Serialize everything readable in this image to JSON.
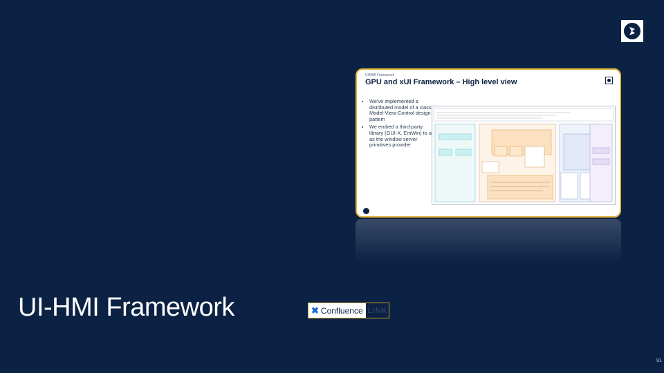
{
  "slide": {
    "title": "UI-HMI Framework",
    "slide_number": "91"
  },
  "logo": {
    "icon": "electrolux-logo-icon"
  },
  "confluence_link": {
    "brand": "Confluence",
    "link_text": "LINK",
    "icon": "confluence-x-icon"
  },
  "thumbnail": {
    "eyebrow": "UI/HMI Framework",
    "heading": "GPU and xUI Framework – High level view",
    "bullets": [
      "We've implemented a distributed model of a classic Model-View-Control design pattern",
      "We embed a third-party library (GUI-X, EmWin) to act as the window server primitives provider"
    ]
  },
  "colors": {
    "background": "#0c2244",
    "thumbnail_border": "#e2b437",
    "link_border": "#c9a227"
  }
}
